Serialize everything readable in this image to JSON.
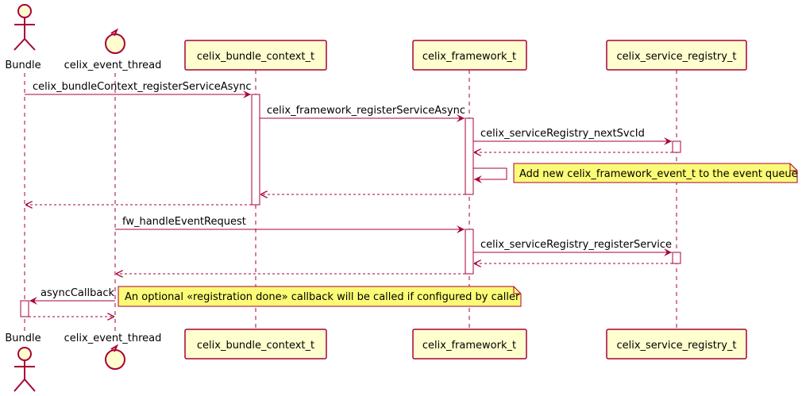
{
  "diagram": {
    "type": "sequence",
    "participants": [
      {
        "id": "bundle",
        "label": "Bundle",
        "kind": "actor"
      },
      {
        "id": "event_thread",
        "label": "celix_event_thread",
        "kind": "control"
      },
      {
        "id": "bundle_context",
        "label": "celix_bundle_context_t",
        "kind": "participant"
      },
      {
        "id": "framework",
        "label": "celix_framework_t",
        "kind": "participant"
      },
      {
        "id": "service_registry",
        "label": "celix_service_registry_t",
        "kind": "participant"
      }
    ],
    "messages": [
      {
        "from": "bundle",
        "to": "bundle_context",
        "label": "celix_bundleContext_registerServiceAsync",
        "style": "solid"
      },
      {
        "from": "bundle_context",
        "to": "framework",
        "label": "celix_framework_registerServiceAsync",
        "style": "solid"
      },
      {
        "from": "framework",
        "to": "service_registry",
        "label": "celix_serviceRegistry_nextSvcId",
        "style": "solid"
      },
      {
        "from": "service_registry",
        "to": "framework",
        "label": "",
        "style": "dashed"
      },
      {
        "from": "framework",
        "to": "framework",
        "label": "",
        "style": "self"
      },
      {
        "from": "framework",
        "to": "bundle_context",
        "label": "",
        "style": "dashed"
      },
      {
        "from": "bundle_context",
        "to": "bundle",
        "label": "",
        "style": "dashed"
      },
      {
        "from": "event_thread",
        "to": "framework",
        "label": "fw_handleEventRequest",
        "style": "solid"
      },
      {
        "from": "framework",
        "to": "service_registry",
        "label": "celix_serviceRegistry_registerService",
        "style": "solid"
      },
      {
        "from": "service_registry",
        "to": "framework",
        "label": "",
        "style": "dashed"
      },
      {
        "from": "framework",
        "to": "event_thread",
        "label": "",
        "style": "dashed"
      },
      {
        "from": "event_thread",
        "to": "bundle",
        "label": "asyncCallback",
        "style": "solid"
      },
      {
        "from": "bundle",
        "to": "event_thread",
        "label": "",
        "style": "dashed"
      }
    ],
    "notes": [
      {
        "text": "Add new celix_framework_event_t to the event queue"
      },
      {
        "text": "An optional «registration done» callback will be called if configured by caller"
      }
    ],
    "colors": {
      "arrow": "#A80036",
      "participant_fill": "#FEFECE",
      "participant_border": "#A80036",
      "note_fill": "#FBFB77",
      "note_border": "#A80036",
      "activation_fill": "#FFFFFF"
    }
  }
}
